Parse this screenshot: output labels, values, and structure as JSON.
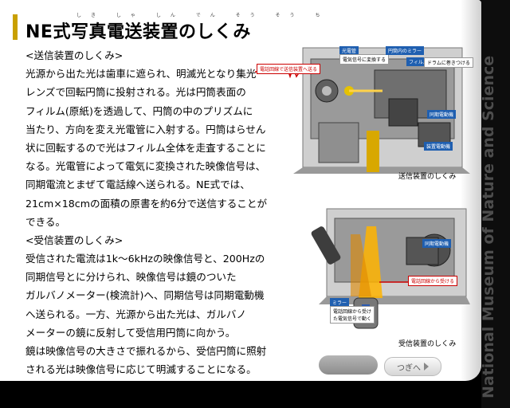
{
  "app": {
    "museum_name": "National Museum of Nature and Science"
  },
  "title": "NE式写真電送装置のしくみ",
  "title_ruby": "しき しゃ しん でん そう そう ち",
  "send": {
    "heading": "<送信装置のしくみ>",
    "lines": [
      "光源から出た光は歯車に遮られ、明滅光となり集光",
      "レンズで回転円筒に投射される。光は円筒表面の",
      "フィルム(原紙)を透過して、円筒の中のプリズムに",
      "当たり、方向を変え光電管に入射する。円筒はらせん",
      "状に回転するので光はフィルム全体を走査することに",
      "なる。光電管によって電気に変換された映像信号は、",
      "同期電流とまぜて電話線へ送られる。NE式では、",
      "21cm×18cmの面積の原書を約6分で送信することが",
      "できる。"
    ]
  },
  "receive": {
    "heading": "<受信装置のしくみ>",
    "lines": [
      "受信された電流は1k〜6kHzの映像信号と、200Hzの",
      "同期信号とに分けられ、映像信号は鏡のついた",
      "ガルバノメーター(検流計)へ、同期信号は同期電動機",
      "へ送られる。一方、光源から出た光は、ガルバノ",
      "メーターの鏡に反射して受信用円筒に向かう。",
      "鏡は映像信号の大きさで振れるから、受信円筒に照射",
      "される光は映像信号に応じて明滅することになる。"
    ]
  },
  "diagram_send": {
    "caption": "送信装置のしくみ",
    "labels": {
      "photocell": "光電管",
      "photocell_note": "電気信号に変換する",
      "prism": "円筒内のミラー",
      "film": "フィルム",
      "film_note": "ドラムに巻きつける",
      "signal": "電話回線で送信装置へ送る",
      "motor1": "同期電動機",
      "motor2": "装置電動機"
    }
  },
  "diagram_recv": {
    "caption": "受信装置のしくみ",
    "labels": {
      "motor": "同期電動機",
      "signal": "電話回線から受ける",
      "mirror": "ミラー",
      "mirror_note": "電話回線から受けた電気信号で動く"
    }
  },
  "nav": {
    "back_label": "",
    "next_label": "つぎへ"
  }
}
